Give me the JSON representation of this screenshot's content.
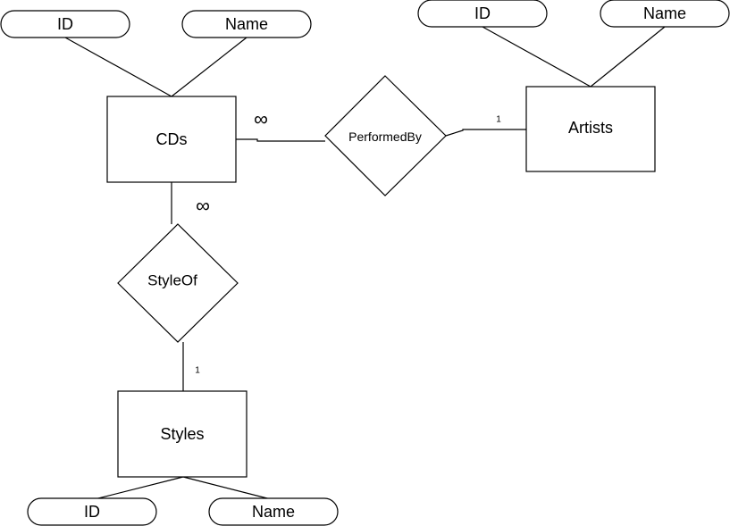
{
  "diagram": {
    "type": "er-diagram",
    "entities": {
      "cds": "CDs",
      "artists": "Artists",
      "styles": "Styles"
    },
    "relationships": {
      "performed_by": "PerformedBy",
      "style_of": "StyleOf"
    },
    "attributes": {
      "cds_id": "ID",
      "cds_name": "Name",
      "artists_id": "ID",
      "artists_name": "Name",
      "styles_id": "ID",
      "styles_name": "Name"
    },
    "cardinalities": {
      "cds_performed_by": "∞",
      "performed_by_artists": "1",
      "cds_style_of": "∞",
      "style_of_styles": "1"
    }
  }
}
